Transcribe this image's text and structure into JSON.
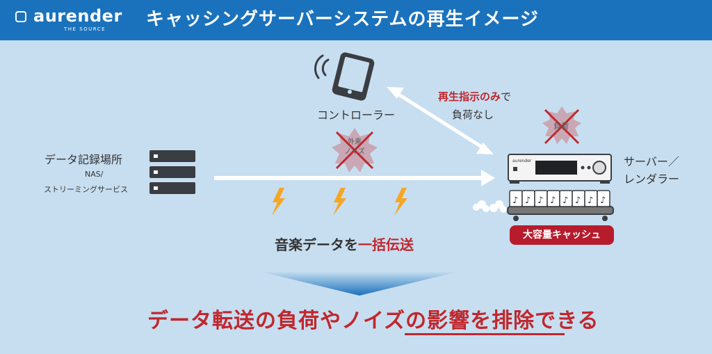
{
  "header": {
    "logo_text": "aurender",
    "logo_sub": "THE SOURCE",
    "title": "キャッシングサーバーシステムの再生イメージ"
  },
  "diagram": {
    "storage_label": "データ記録場所",
    "nas_label": "NAS/",
    "streaming_label": "ストリーミングサービス",
    "controller_label": "コントローラー",
    "play_instruction_red": "再生指示のみ",
    "play_instruction_rest": "で",
    "no_load_label": "負荷なし",
    "noise_label_1": "外来",
    "noise_label_2": "ノイズ",
    "load_label": "負荷",
    "server_label": "サーバー／",
    "renderer_label": "レンダラー",
    "device_brand": "aurender",
    "music_data_prefix": "音楽データを",
    "music_data_red": "一括伝送",
    "cache_label": "大容量キャッシュ",
    "headline_prefix": "データ転送の負荷やノイズの",
    "headline_underlined": "影響を排除できる"
  },
  "colors": {
    "header_bg": "#1a72bd",
    "background": "#c7def0",
    "accent_red": "#c0272d",
    "cache_red": "#b71c2c",
    "lightning": "#f5a623",
    "dark": "#3a3d42"
  }
}
